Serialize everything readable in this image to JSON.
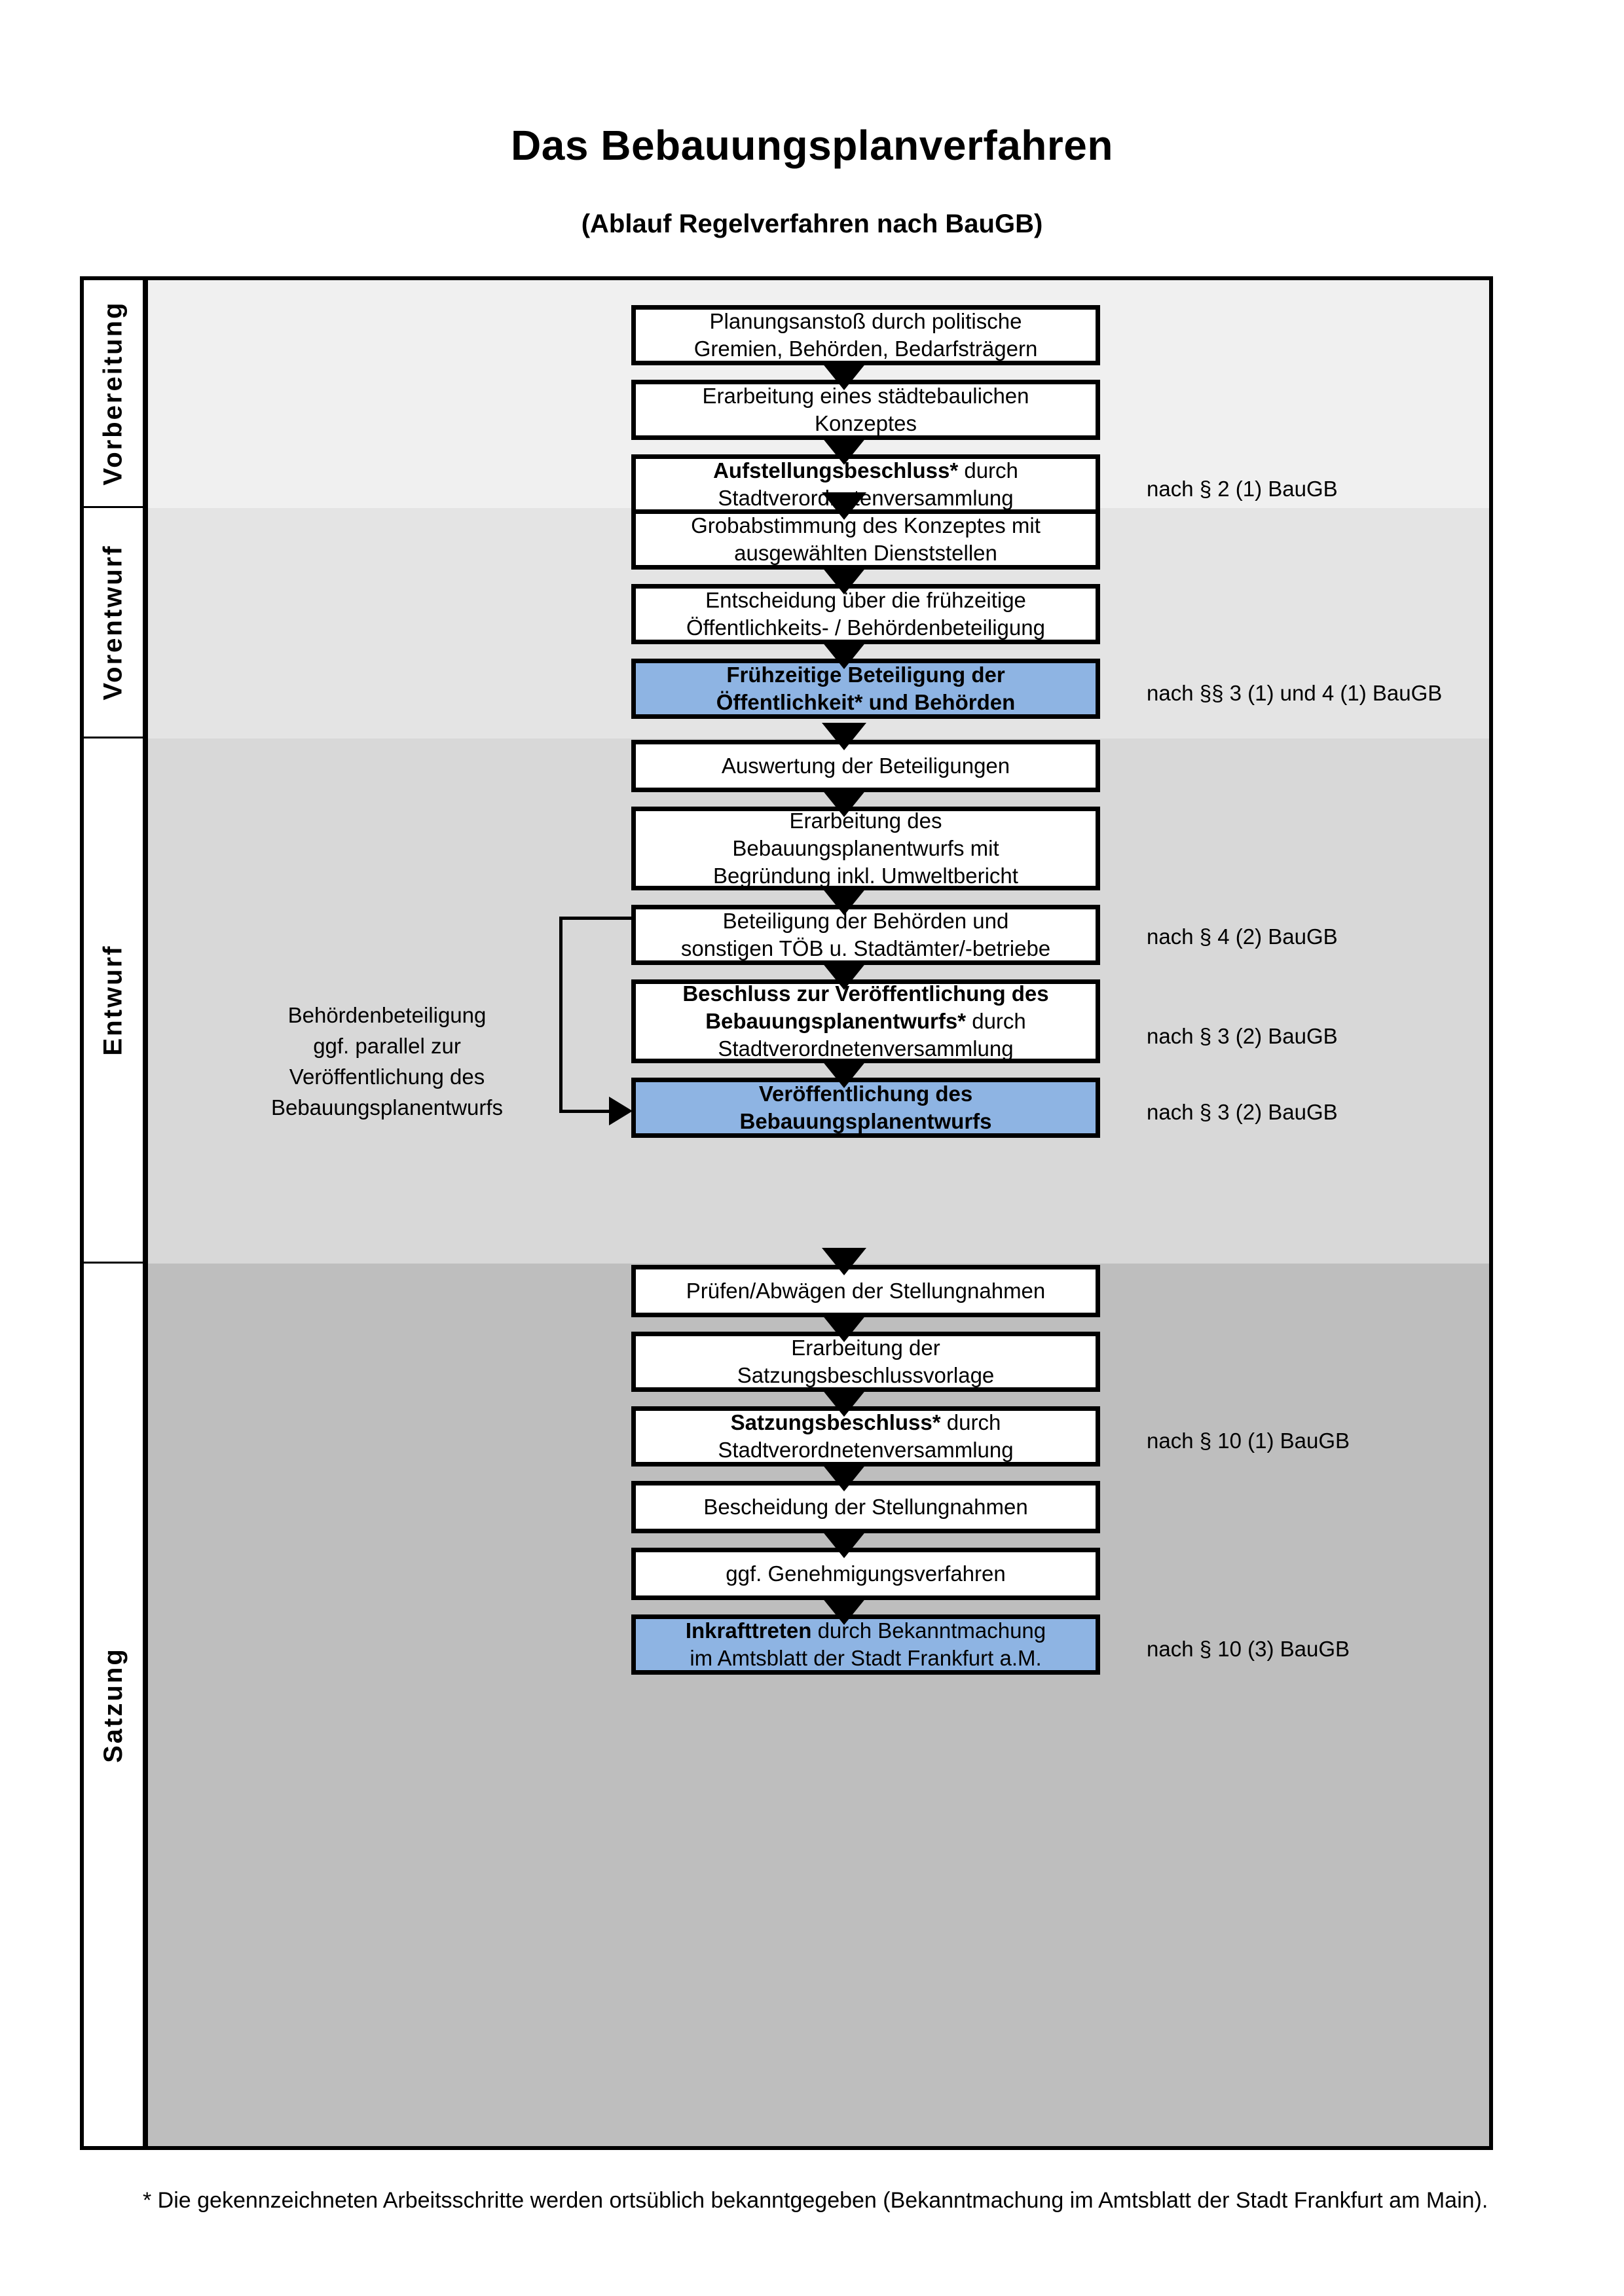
{
  "header": {
    "title": "Das Bebauungsplanverfahren",
    "subtitle": "(Ablauf Regelverfahren nach BauGB)"
  },
  "phases": [
    {
      "id": "vorbereitung",
      "label": "Vorbereitung",
      "background": "#f0f0f0"
    },
    {
      "id": "vorentwurf",
      "label": "Vorentwurf",
      "background": "#e4e4e4"
    },
    {
      "id": "entwurf",
      "label": "Entwurf",
      "background": "#d8d8d8"
    },
    {
      "id": "satzung",
      "label": "Satzung",
      "background": "#bebebe"
    }
  ],
  "nodes": [
    {
      "id": "n1",
      "phase": "vorbereitung",
      "style": "plain",
      "line1": "Planungsanstoß durch politische",
      "line2": "Gremien, Behörden, Bedarfsträgern"
    },
    {
      "id": "n2",
      "phase": "vorbereitung",
      "style": "plain",
      "line1": "Erarbeitung eines städtebaulichen",
      "line2": "Konzeptes"
    },
    {
      "id": "n3",
      "phase": "vorbereitung",
      "style": "plain",
      "bold1": "Aufstellungsbeschluss*",
      "line1": " durch",
      "line2": "Stadtverordnetenversammlung"
    },
    {
      "id": "n4",
      "phase": "vorentwurf",
      "style": "plain",
      "line1": "Grobabstimmung des Konzeptes mit",
      "line2": "ausgewählten Dienststellen"
    },
    {
      "id": "n5",
      "phase": "vorentwurf",
      "style": "plain",
      "line1": "Entscheidung über die frühzeitige",
      "line2": "Öffentlichkeits- / Behördenbeteiligung"
    },
    {
      "id": "n6",
      "phase": "vorentwurf",
      "style": "blue",
      "bold1": "Frühzeitige Beteiligung der",
      "bold2": "Öffentlichkeit* und Behörden"
    },
    {
      "id": "n7",
      "phase": "entwurf",
      "style": "plain",
      "line1": "Auswertung der Beteiligungen"
    },
    {
      "id": "n8",
      "phase": "entwurf",
      "style": "plain",
      "line1": "Erarbeitung des",
      "line2": "Bebauungsplanentwurfs mit",
      "line3": "Begründung inkl. Umweltbericht"
    },
    {
      "id": "n9",
      "phase": "entwurf",
      "style": "plain",
      "line1": "Beteiligung der Behörden und",
      "line2": "sonstigen TÖB u. Stadtämter/-betriebe"
    },
    {
      "id": "n10",
      "phase": "entwurf",
      "style": "plain",
      "bold1": "Beschluss zur Veröffentlichung des",
      "bold2": "Bebauungsplanentwurfs*",
      "line2": " durch",
      "line3": "Stadtverordnetenversammlung"
    },
    {
      "id": "n11",
      "phase": "entwurf",
      "style": "blue",
      "bold1": "Veröffentlichung des",
      "bold2": "Bebauungsplanentwurfs"
    },
    {
      "id": "n12",
      "phase": "satzung",
      "style": "plain",
      "line1": "Prüfen/Abwägen der Stellungnahmen"
    },
    {
      "id": "n13",
      "phase": "satzung",
      "style": "plain",
      "line1": "Erarbeitung der",
      "line2": "Satzungsbeschlussvorlage"
    },
    {
      "id": "n14",
      "phase": "satzung",
      "style": "plain",
      "bold1": "Satzungsbeschluss*",
      "line1": " durch",
      "line2": "Stadtverordnetenversammlung"
    },
    {
      "id": "n15",
      "phase": "satzung",
      "style": "plain",
      "line1": "Bescheidung der Stellungnahmen"
    },
    {
      "id": "n16",
      "phase": "satzung",
      "style": "plain",
      "line1": "ggf. Genehmigungsverfahren"
    },
    {
      "id": "n17",
      "phase": "satzung",
      "style": "blue",
      "bold1": "Inkrafttreten",
      "line1": " durch Bekanntmachung",
      "line2": "im Amtsblatt der Stadt Frankfurt a.M."
    }
  ],
  "side_notes": [
    {
      "id": "s1",
      "text": "nach § 2 (1) BauGB"
    },
    {
      "id": "s2",
      "text": "nach §§ 3 (1) und 4 (1) BauGB"
    },
    {
      "id": "s3",
      "text": "nach § 4 (2) BauGB"
    },
    {
      "id": "s4",
      "text": "nach § 3 (2) BauGB"
    },
    {
      "id": "s5",
      "text": "nach § 3 (2) BauGB"
    },
    {
      "id": "s6",
      "text": "nach § 10 (1) BauGB"
    },
    {
      "id": "s7",
      "text": "nach § 10 (3) BauGB"
    }
  ],
  "left_note": {
    "line1": "Behördenbeteiligung",
    "line2": "ggf. parallel zur",
    "line3": "Veröffentlichung des",
    "line4": "Bebauungsplanentwurfs"
  },
  "footnote": {
    "text": "* Die gekennzeichneten Arbeitsschritte werden ortsüblich bekanntgegeben (Bekanntmachung im Amtsblatt  der Stadt Frankfurt am Main)."
  },
  "colors": {
    "highlight_blue": "#8eb4e3",
    "border_black": "#000000",
    "band_vorbereitung": "#f0f0f0",
    "band_vorentwurf": "#e4e4e4",
    "band_entwurf": "#d8d8d8",
    "band_satzung": "#bebebe"
  }
}
